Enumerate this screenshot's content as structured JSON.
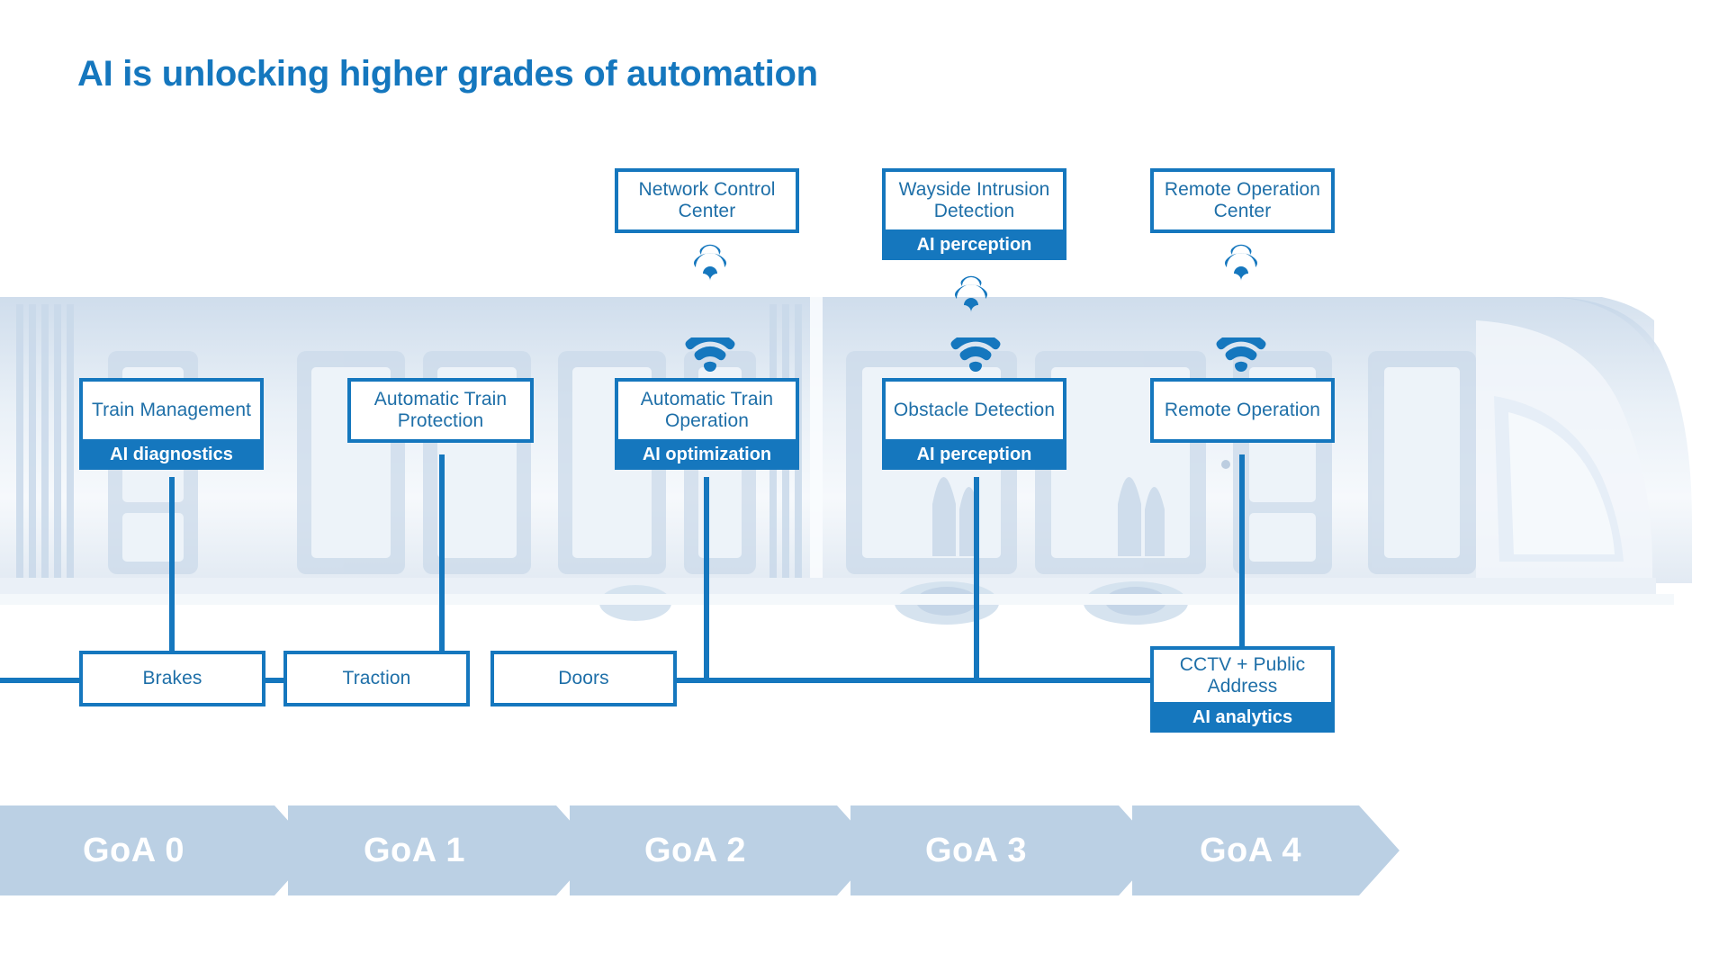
{
  "title": "AI is unlocking higher grades of automation",
  "colors": {
    "accent": "#1577BE",
    "text_blue": "#1E6FA8",
    "chevron": "#BBD0E4",
    "train_art": "#C5D6E8",
    "white": "#FFFFFF"
  },
  "offboard_nodes": [
    {
      "id": "network-control-center",
      "label": "Network Control Center",
      "banner": null
    },
    {
      "id": "wayside-intrusion-detection",
      "label": "Wayside Intrusion Detection",
      "banner": "AI perception"
    },
    {
      "id": "remote-operation-center",
      "label": "Remote Operation Center",
      "banner": null
    }
  ],
  "onboard_nodes": [
    {
      "id": "train-management",
      "label": "Train Management",
      "banner": "AI diagnostics"
    },
    {
      "id": "automatic-train-protection",
      "label": "Automatic Train Protection",
      "banner": null
    },
    {
      "id": "automatic-train-operation",
      "label": "Automatic Train Operation",
      "banner": "AI optimization"
    },
    {
      "id": "obstacle-detection",
      "label": "Obstacle Detection",
      "banner": "AI perception"
    },
    {
      "id": "remote-operation",
      "label": "Remote Operation",
      "banner": null
    }
  ],
  "subsystem_nodes": [
    {
      "id": "brakes",
      "label": "Brakes",
      "banner": null
    },
    {
      "id": "traction",
      "label": "Traction",
      "banner": null
    },
    {
      "id": "doors",
      "label": "Doors",
      "banner": null
    },
    {
      "id": "cctv-public-address",
      "label": "CCTV + Public Address",
      "banner": "AI analytics"
    }
  ],
  "signal_icons": [
    {
      "id": "broadcast-up-ncc",
      "type": "broadcast-icon"
    },
    {
      "id": "wifi-ncc",
      "type": "wifi-icon"
    },
    {
      "id": "broadcast-up-wayside",
      "type": "broadcast-icon"
    },
    {
      "id": "wifi-wayside",
      "type": "wifi-icon"
    },
    {
      "id": "broadcast-up-roc",
      "type": "broadcast-icon"
    },
    {
      "id": "wifi-roc",
      "type": "wifi-icon"
    }
  ],
  "goa_levels": [
    {
      "id": "goa-0",
      "label": "GoA 0"
    },
    {
      "id": "goa-1",
      "label": "GoA 1"
    },
    {
      "id": "goa-2",
      "label": "GoA 2"
    },
    {
      "id": "goa-3",
      "label": "GoA 3"
    },
    {
      "id": "goa-4",
      "label": "GoA 4"
    }
  ]
}
